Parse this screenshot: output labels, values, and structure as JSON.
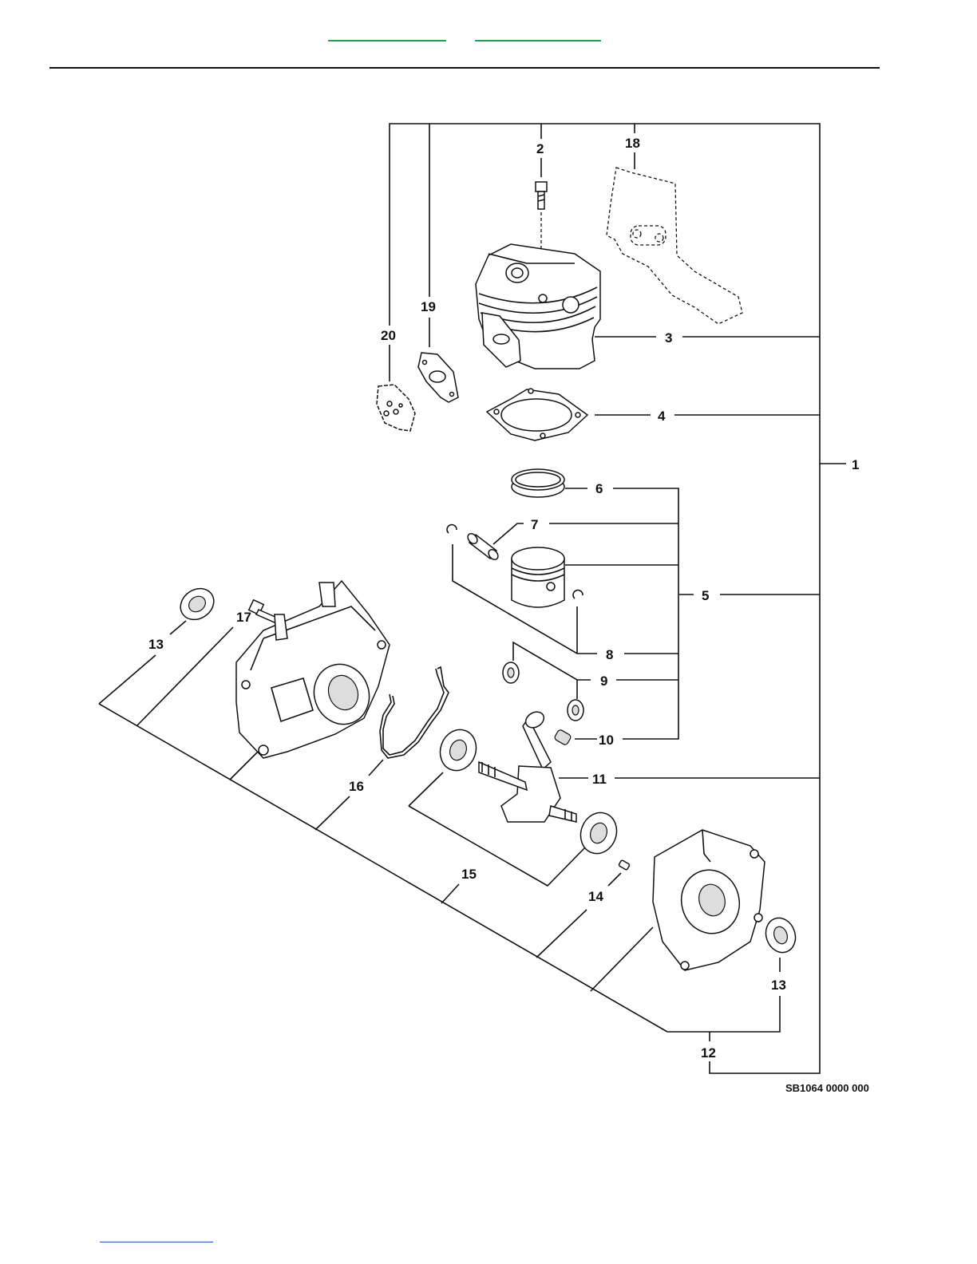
{
  "figure_code": "SB1064 0000 000",
  "part_numbers": [
    {
      "id": "1",
      "text": "1"
    },
    {
      "id": "2",
      "text": "2"
    },
    {
      "id": "3",
      "text": "3"
    },
    {
      "id": "4",
      "text": "4"
    },
    {
      "id": "5",
      "text": "5"
    },
    {
      "id": "6",
      "text": "6"
    },
    {
      "id": "7",
      "text": "7"
    },
    {
      "id": "8",
      "text": "8"
    },
    {
      "id": "9",
      "text": "9"
    },
    {
      "id": "10",
      "text": "10"
    },
    {
      "id": "11",
      "text": "11"
    },
    {
      "id": "12",
      "text": "12"
    },
    {
      "id": "13a",
      "text": "13"
    },
    {
      "id": "13b",
      "text": "13"
    },
    {
      "id": "14",
      "text": "14"
    },
    {
      "id": "15",
      "text": "15"
    },
    {
      "id": "16",
      "text": "16"
    },
    {
      "id": "17",
      "text": "17"
    },
    {
      "id": "18",
      "text": "18"
    },
    {
      "id": "19",
      "text": "19"
    },
    {
      "id": "20",
      "text": "20"
    }
  ],
  "colors": {
    "top_links": "#18a84a",
    "bottom_link": "#2a54c8",
    "line": "#111111"
  }
}
